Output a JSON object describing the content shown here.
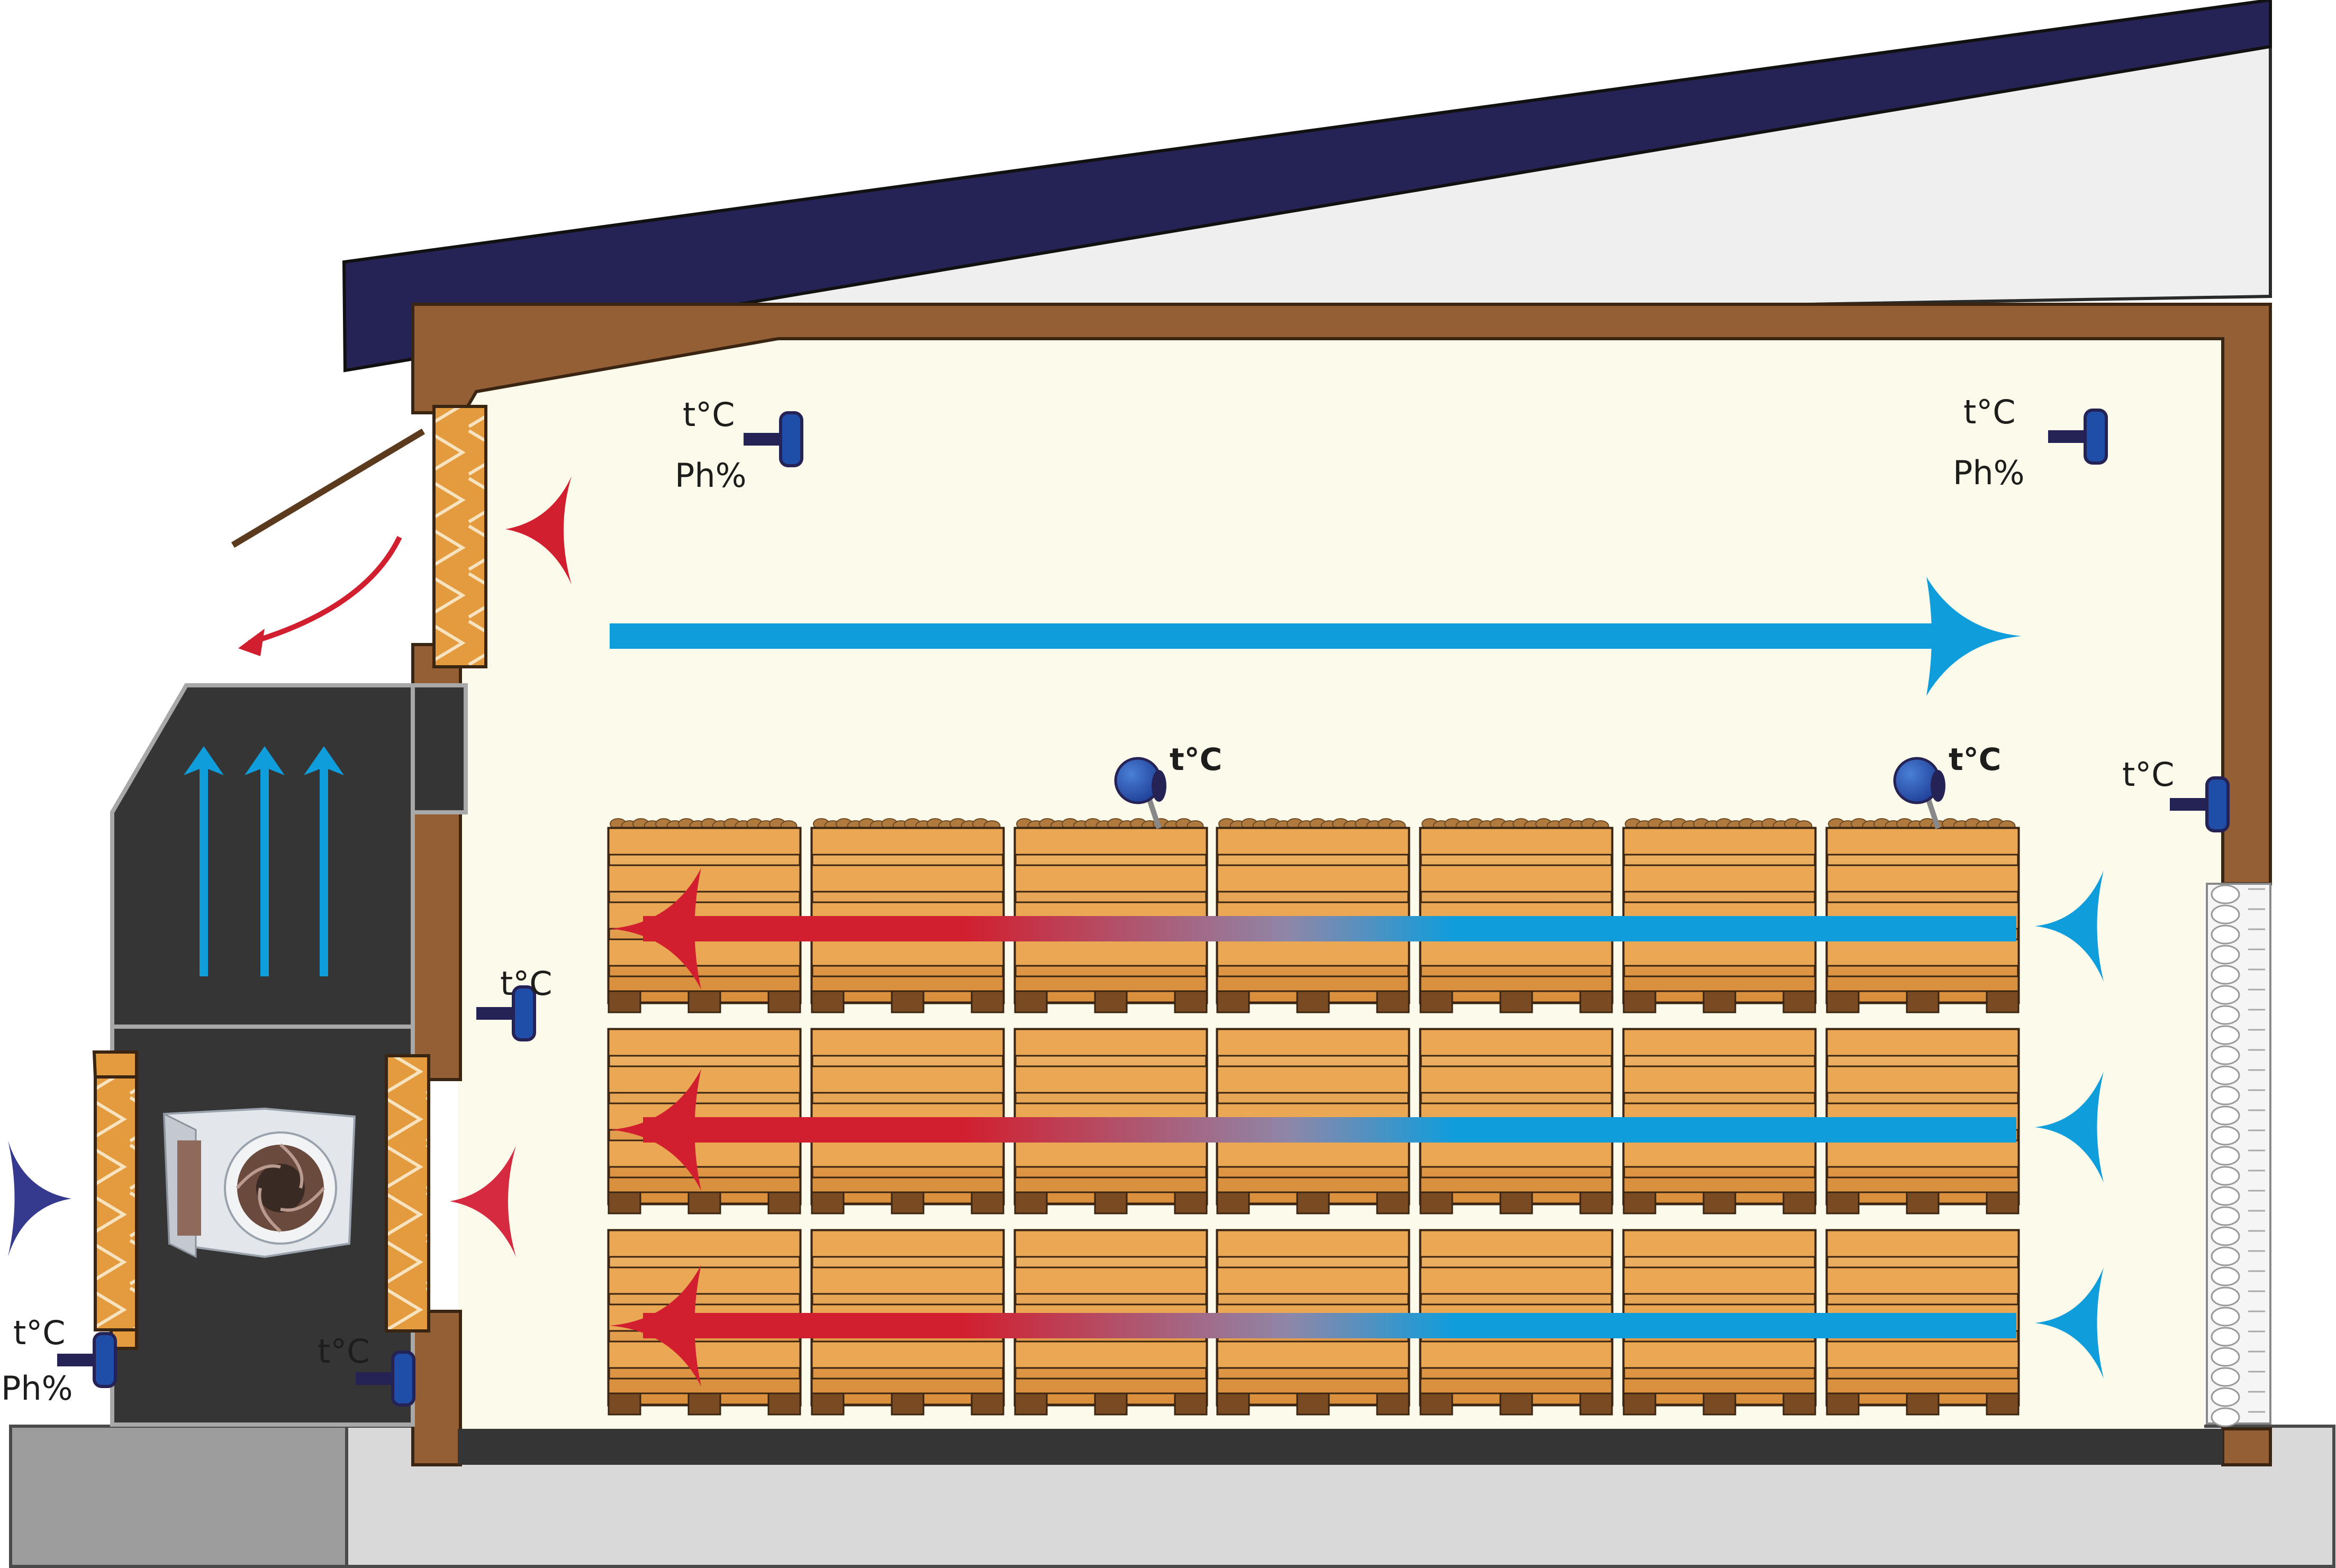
{
  "colors": {
    "roof_navy": "#252255",
    "wall_brown": "#955f36",
    "interior_cream": "#fcfbeb",
    "roof_underside_gray": "#efefef",
    "foundation_gray": "#d9d9d9",
    "ahu_dark": "#353535",
    "ahu_border": "#a8a8a8",
    "filter_orange": "#e39b3d",
    "crate_orange": "#e8a24e",
    "air_blue": "#0f9ddc",
    "air_red": "#d21f2f",
    "outside_air_navy": "#353a8f",
    "sensor_navy": "#252255",
    "sensor_blue": "#1f4ea8"
  },
  "sensors": {
    "temp_label": "t°C",
    "humidity_label": "Ph%",
    "crate_temp_label": "t°C"
  },
  "icons": {
    "fan": "centrifugal-fan-icon",
    "sensor": "wall-sensor-icon",
    "probe": "crate-probe-icon",
    "arrow": "airflow-arrow-icon"
  }
}
